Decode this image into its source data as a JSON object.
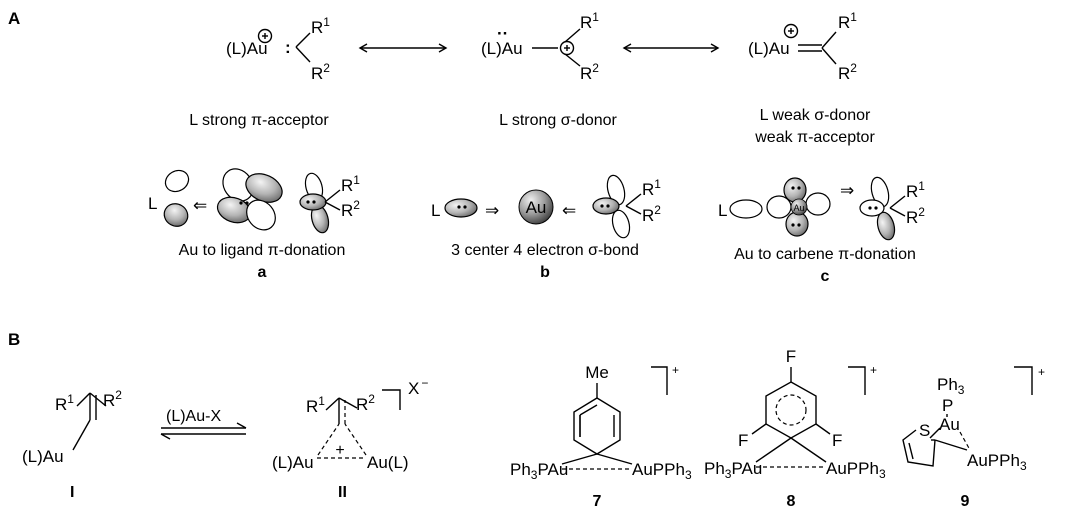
{
  "panel_a": {
    "label": "A",
    "structures": {
      "s1": {
        "au": "(L)Au",
        "colon": ":",
        "r1": "R",
        "r1_sup": "1",
        "r2": "R",
        "r2_sup": "2"
      },
      "s2": {
        "au": "(L)Au",
        "dots": "··",
        "r1": "R",
        "r1_sup": "1",
        "r2": "R",
        "r2_sup": "2"
      },
      "s3": {
        "au": "(L)Au",
        "r1": "R",
        "r1_sup": "1",
        "r2": "R",
        "r2_sup": "2"
      }
    },
    "descriptors": {
      "d1": "L strong π-acceptor",
      "d2": "L strong σ-donor",
      "d3_line1": "L weak σ-donor",
      "d3_line2": "weak π-acceptor"
    },
    "orbital_diagrams": {
      "a": {
        "ligand": "L",
        "r1": "R",
        "r1_sup": "1",
        "r2": "R",
        "r2_sup": "2",
        "caption": "Au to ligand π-donation",
        "letter": "a"
      },
      "b": {
        "ligand": "L",
        "metal": "Au",
        "r1": "R",
        "r1_sup": "1",
        "r2": "R",
        "r2_sup": "2",
        "caption": "3 center 4 electron σ-bond",
        "letter": "b"
      },
      "c": {
        "ligand": "L",
        "metal": "Au",
        "r1": "R",
        "r1_sup": "1",
        "r2": "R",
        "r2_sup": "2",
        "caption": "Au to carbene π-donation",
        "letter": "c"
      }
    }
  },
  "panel_b": {
    "label": "B",
    "reagent": "(L)Au-X",
    "compound_I": {
      "au": "(L)Au",
      "r1": "R",
      "r1_sup": "1",
      "r2": "R",
      "r2_sup": "2",
      "number": "I"
    },
    "compound_II": {
      "au_left": "(L)Au",
      "au_right": "Au(L)",
      "plus": "+",
      "counterion": "X",
      "counterion_charge": "−",
      "r1": "R",
      "r1_sup": "1",
      "r2": "R",
      "r2_sup": "2",
      "number": "II"
    },
    "compound_7": {
      "substituent": "Me",
      "ligand_left": "Ph",
      "ligand_left_sub": "3",
      "ligand_left_tail": "PAu",
      "ligand_right": "AuPPh",
      "ligand_right_sub": "3",
      "charge": "+",
      "number": "7"
    },
    "compound_8": {
      "f_top": "F",
      "f_left": "F",
      "f_right": "F",
      "ligand_left": "Ph",
      "ligand_left_sub": "3",
      "ligand_left_tail": "PAu",
      "ligand_right": "AuPPh",
      "ligand_right_sub": "3",
      "charge": "+",
      "number": "8"
    },
    "compound_9": {
      "ph": "Ph",
      "ph_sub": "3",
      "p": "P",
      "au": "Au",
      "s": "S",
      "ligand": "AuPPh",
      "ligand_sub": "3",
      "charge": "+",
      "number": "9"
    }
  }
}
